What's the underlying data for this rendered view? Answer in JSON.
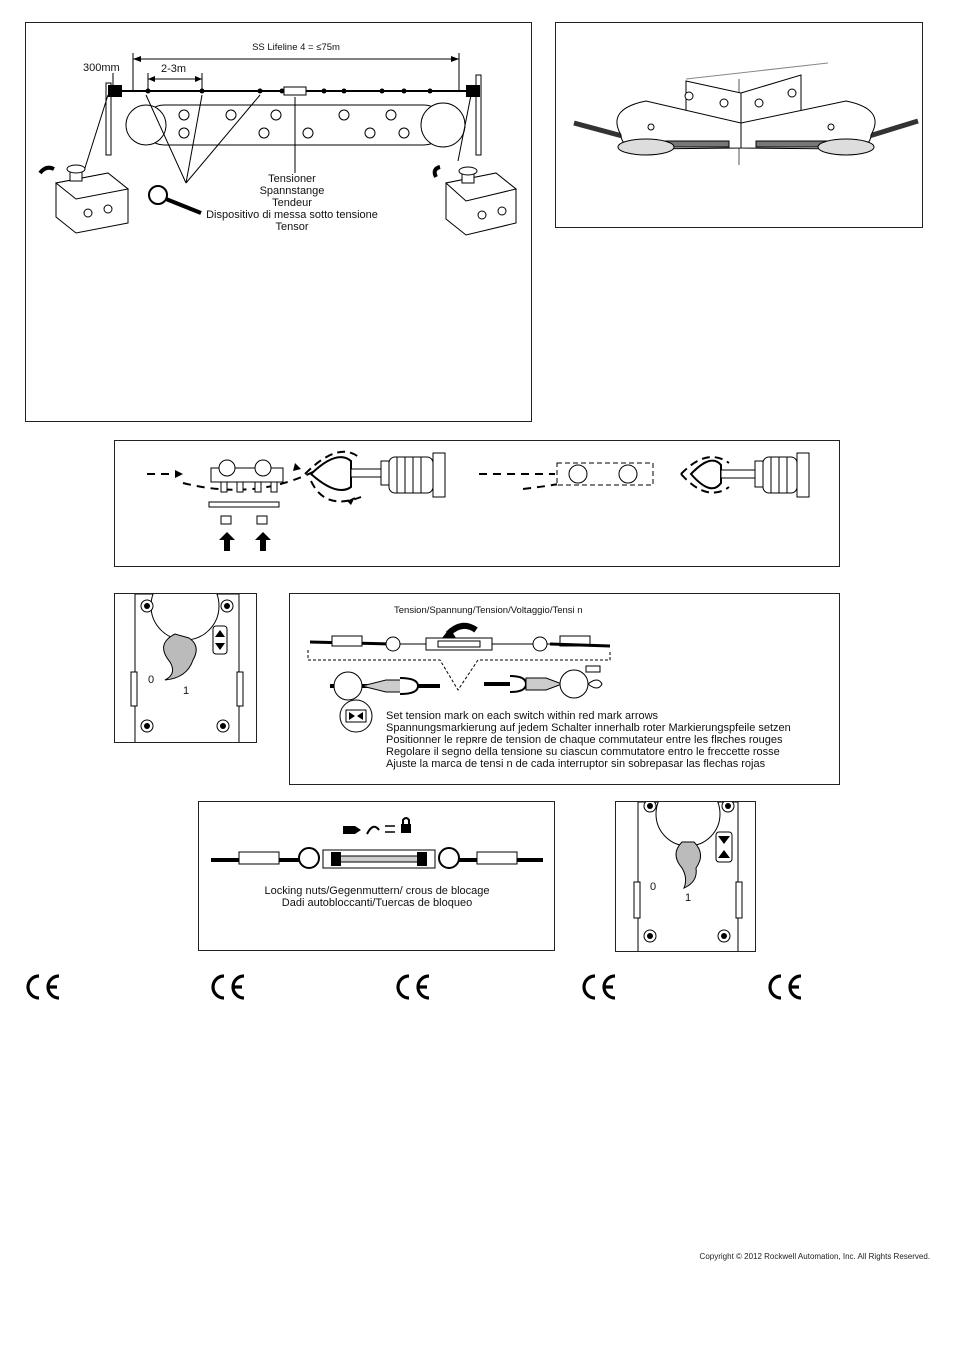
{
  "figure1": {
    "lifeline_label": "SS Lifeline 4 = ≤75m",
    "end_distance": "300mm",
    "eye_spacing": "2-3m",
    "tensioner_labels": [
      "Tensioner",
      "Spannstange",
      "Tendeur",
      "Dispositivo di messa sotto tensione",
      "Tensor"
    ]
  },
  "figure4": {
    "title": "Tension/Spannung/Tension/Voltaggio/Tensi n",
    "instructions": [
      "Set tension mark on each switch within red mark arrows",
      "Spannungsmarkierung auf jedem Schalter innerhalb roter Markierungspfeile setzen",
      "Positionner le repʀre de tension de chaque commutateur entre les flʀches rouges",
      "Regolare il segno della tensione su ciascun commutatore entro le freccette rosse",
      "Ajuste la marca de tensi n de cada interruptor sin sobrepasar las flechas rojas"
    ]
  },
  "figure3": {
    "pos0": "0",
    "pos1": "1"
  },
  "figure5": {
    "locking_labels": [
      "Locking nuts/Gegenmuttern/ crous de blocage",
      "Dadi autobloccanti/Tuercas de bloqueo"
    ]
  },
  "figure6": {
    "pos0": "0",
    "pos1": "1"
  },
  "ce_marks": [
    "CE",
    "CE",
    "CE",
    "CE",
    "CE"
  ],
  "footer": {
    "copyright": "Copyright © 2012 Rockwell Automation, Inc. All Rights Reserved."
  }
}
